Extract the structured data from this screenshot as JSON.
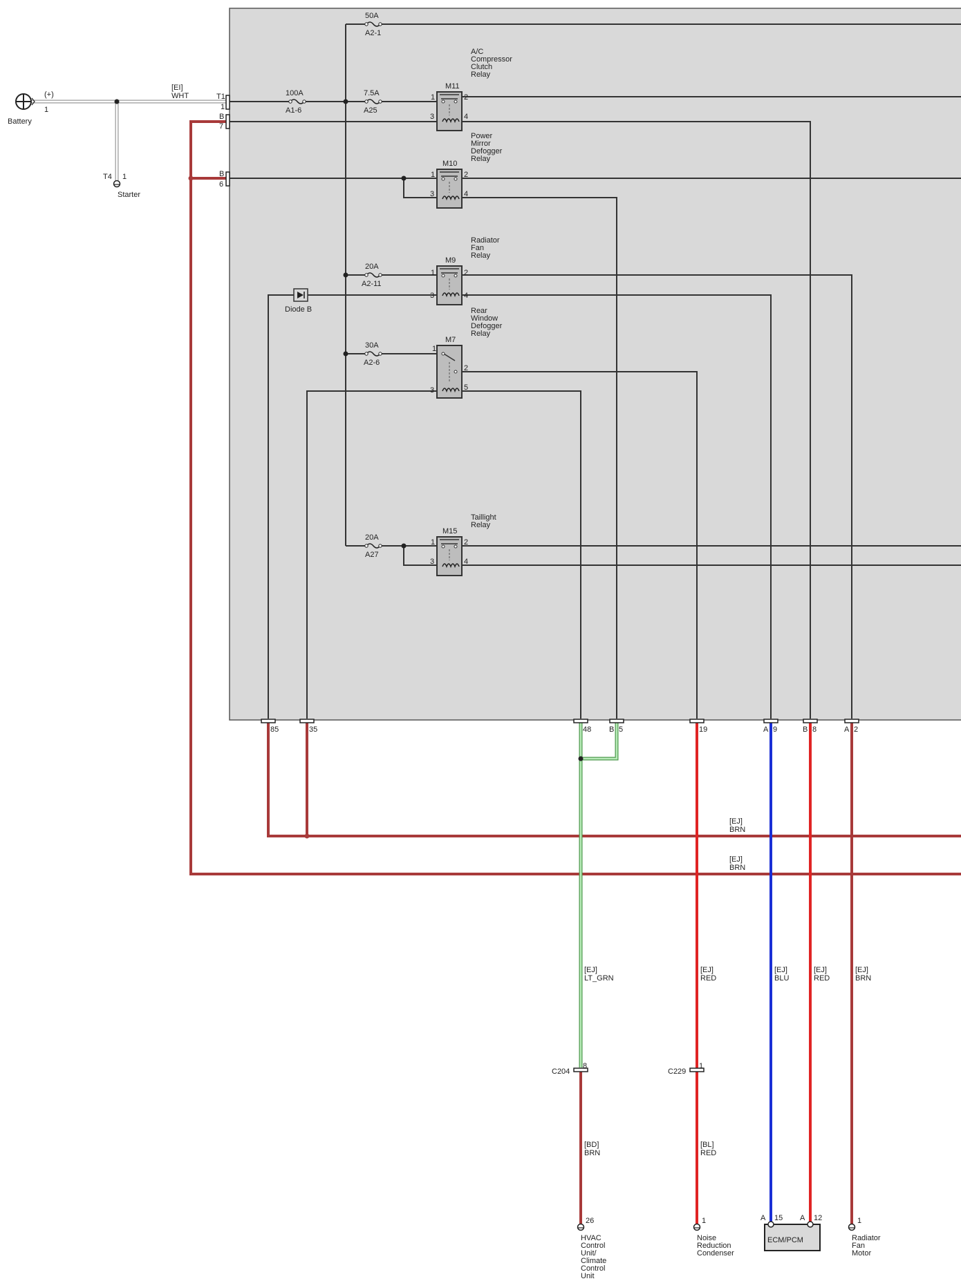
{
  "colors": {
    "box_fill": "#d9d9d9",
    "brn": "#a83a3a",
    "red": "#e02424",
    "blu": "#1a2fd6",
    "lt_grn": "#8fd58f",
    "wht": "#c8c8c8",
    "wire": "#333333"
  },
  "battery": {
    "label": "Battery",
    "polarity": "(+)",
    "pin": "1",
    "icon": "battery-icon"
  },
  "starter": {
    "label": "Starter",
    "connector": "T4",
    "pin": "1"
  },
  "main_wire": {
    "harness": "[EI]",
    "color": "WHT"
  },
  "box_pins": {
    "t1": "T1",
    "t1_pin": "1",
    "b7": "B",
    "b7_pin": "7",
    "b6": "B",
    "b6_pin": "6"
  },
  "fuses": [
    {
      "rating": "50A",
      "id": "A2-1"
    },
    {
      "rating": "100A",
      "id": "A1-6"
    },
    {
      "rating": "7.5A",
      "id": "A25"
    },
    {
      "rating": "20A",
      "id": "A2-11"
    },
    {
      "rating": "30A",
      "id": "A2-6"
    },
    {
      "rating": "20A",
      "id": "A27"
    }
  ],
  "relays": [
    {
      "id": "M11",
      "name": [
        "A/C",
        "Compressor",
        "Clutch",
        "Relay"
      ],
      "pins": [
        "1",
        "2",
        "3",
        "4"
      ]
    },
    {
      "id": "M10",
      "name": [
        "Power",
        "Mirror",
        "Defogger",
        "Relay"
      ],
      "pins": [
        "1",
        "2",
        "3",
        "4"
      ]
    },
    {
      "id": "M9",
      "name": [
        "Radiator",
        "Fan",
        "Relay"
      ],
      "pins": [
        "1",
        "2",
        "3",
        "4"
      ]
    },
    {
      "id": "M7",
      "name": [
        "Rear",
        "Window",
        "Defogger",
        "Relay"
      ],
      "pins": [
        "1",
        "2",
        "3",
        "5"
      ]
    },
    {
      "id": "M15",
      "name": [
        "Taillight",
        "Relay"
      ],
      "pins": [
        "1",
        "2",
        "3",
        "4"
      ]
    }
  ],
  "diode": {
    "label": "Diode B"
  },
  "bottom_pins": {
    "p85": "85",
    "p35": "35",
    "p48": "48",
    "b": "B",
    "p5": "5",
    "p19": "19",
    "a1": "A",
    "p9": "9",
    "b2": "B",
    "p8": "8",
    "a2": "A",
    "p2": "2"
  },
  "harness_labels": {
    "ej1": "[EJ]",
    "brn1": "BRN",
    "ej2": "[EJ]",
    "brn2": "BRN",
    "ej_ltgrn": "[EJ]",
    "ltgrn": "LT_GRN",
    "ej_red1": "[EJ]",
    "red1": "RED",
    "ej_blu": "[EJ]",
    "blu": "BLU",
    "ej_red2": "[EJ]",
    "red2": "RED",
    "ej_brn3": "[EJ]",
    "brn3": "BRN",
    "bd": "[BD]",
    "bd_brn": "BRN",
    "bl": "[BL]",
    "bl_red": "RED"
  },
  "connectors": {
    "c204": "C204",
    "c204_pin": "8",
    "c229": "C229",
    "c229_pin": "1"
  },
  "components": {
    "hvac": {
      "pin": "26",
      "name": [
        "HVAC",
        "Control",
        "Unit/",
        "Climate",
        "Control",
        "Unit"
      ]
    },
    "noise": {
      "pin": "1",
      "name": [
        "Noise",
        "Reduction",
        "Condenser"
      ]
    },
    "ecm": {
      "label": "ECM/PCM",
      "a1": "A",
      "pin1": "15",
      "a2": "A",
      "pin2": "12"
    },
    "fan": {
      "pin": "1",
      "name": [
        "Radiator",
        "Fan",
        "Motor"
      ]
    }
  }
}
